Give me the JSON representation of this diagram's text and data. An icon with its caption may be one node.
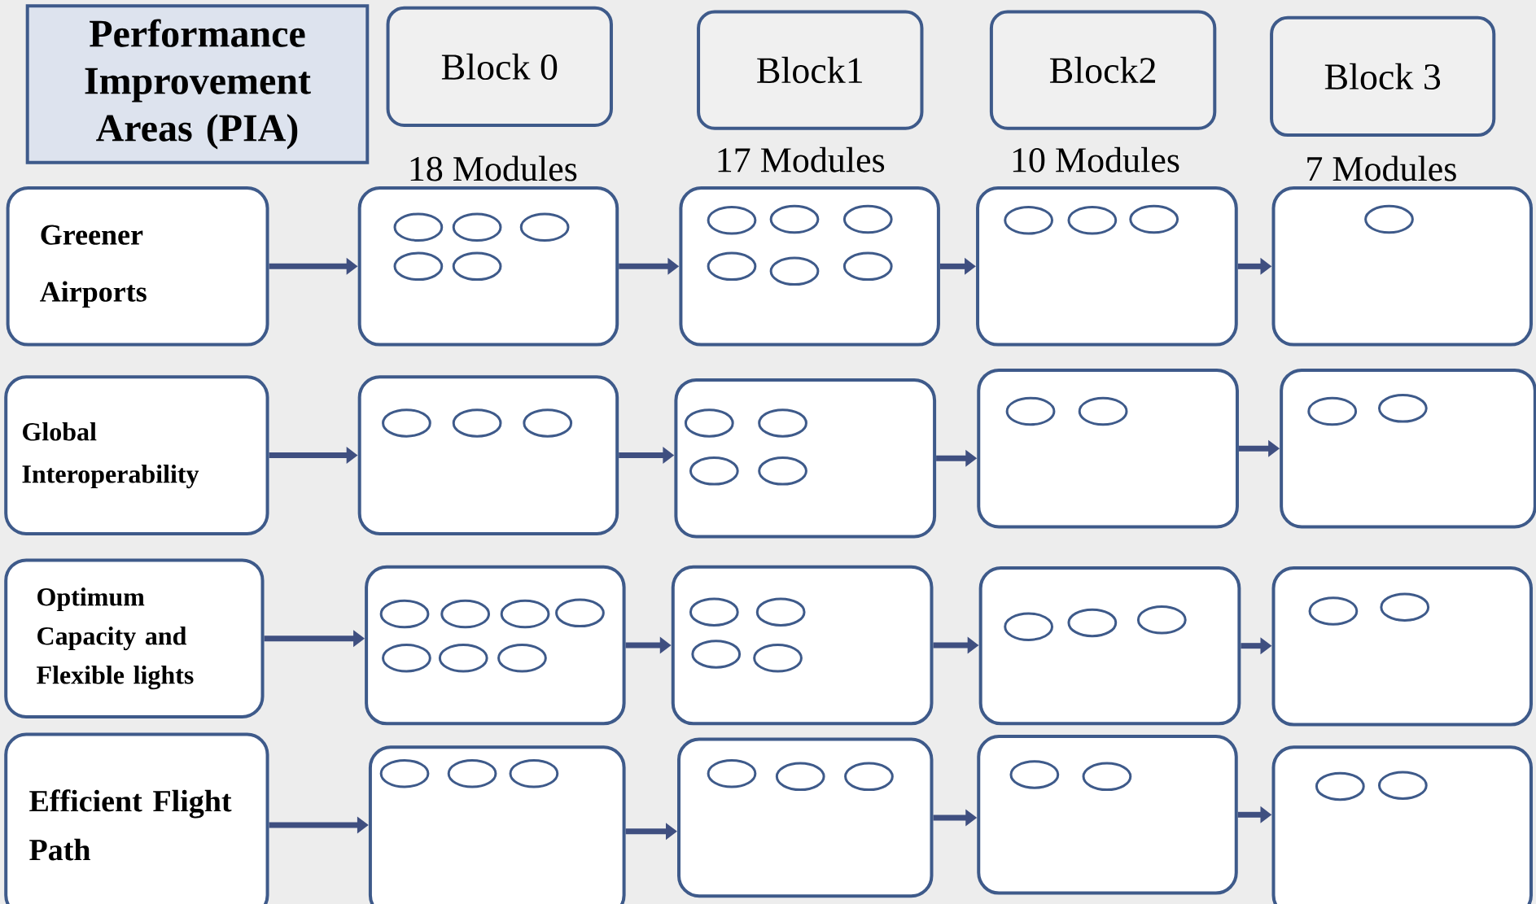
{
  "diagram": {
    "nodes": [
      {
        "text": [
          "Performance Improvement Areas (PIA)"
        ]
      },
      {
        "text": [
          "Block 0"
        ],
        "beside": [
          "18 Modules"
        ]
      },
      {
        "text": [
          "Block1"
        ],
        "beside": [
          "17 Modules"
        ]
      },
      {
        "text": [
          "Block2"
        ],
        "beside": [
          "10 Modules"
        ]
      },
      {
        "text": [
          "Block 3"
        ],
        "beside": [
          "7 Modules"
        ]
      },
      {
        "text": [
          "Greener Airports"
        ]
      },
      {
        "text": [],
        "shape": "box"
      },
      {
        "text": [],
        "shape": "ellipse",
        "in": 6
      },
      {
        "text": [],
        "shape": "ellipse",
        "in": 6
      },
      {
        "text": [],
        "shape": "ellipse",
        "in": 6
      },
      {
        "text": [],
        "shape": "ellipse",
        "in": 6
      },
      {
        "text": [],
        "shape": "ellipse",
        "in": 6
      },
      {
        "text": [],
        "shape": "box"
      },
      {
        "text": [],
        "shape": "ellipse",
        "in": 12
      },
      {
        "text": [],
        "shape": "ellipse",
        "in": 12
      },
      {
        "text": [],
        "shape": "ellipse",
        "in": 12
      },
      {
        "text": [],
        "shape": "ellipse",
        "in": 12
      },
      {
        "text": [],
        "shape": "ellipse",
        "in": 12
      },
      {
        "text": [],
        "shape": "ellipse",
        "in": 12
      },
      {
        "text": [],
        "shape": "box"
      },
      {
        "text": [],
        "shape": "ellipse",
        "in": 19
      },
      {
        "text": [],
        "shape": "ellipse",
        "in": 19
      },
      {
        "text": [],
        "shape": "ellipse",
        "in": 19
      },
      {
        "text": [],
        "shape": "box"
      },
      {
        "text": [],
        "shape": "ellipse",
        "in": 23
      },
      {
        "text": [
          "Global Interoperability"
        ]
      },
      {
        "text": [],
        "shape": "box"
      },
      {
        "text": [],
        "shape": "ellipse",
        "in": 26
      },
      {
        "text": [],
        "shape": "ellipse",
        "in": 26
      },
      {
        "text": [],
        "shape": "ellipse",
        "in": 26
      },
      {
        "text": [],
        "shape": "box"
      },
      {
        "text": [],
        "shape": "ellipse",
        "in": 30
      },
      {
        "text": [],
        "shape": "ellipse",
        "in": 30
      },
      {
        "text": [],
        "shape": "ellipse",
        "in": 30
      },
      {
        "text": [],
        "shape": "ellipse",
        "in": 30
      },
      {
        "text": [],
        "shape": "box"
      },
      {
        "text": [],
        "shape": "ellipse",
        "in": 35
      },
      {
        "text": [],
        "shape": "ellipse",
        "in": 35
      },
      {
        "text": [],
        "shape": "box"
      },
      {
        "text": [],
        "shape": "ellipse",
        "in": 38
      },
      {
        "text": [],
        "shape": "ellipse",
        "in": 38
      },
      {
        "text": [
          "Optimum Capacity and Flexible lights"
        ]
      },
      {
        "text": [],
        "shape": "box"
      },
      {
        "text": [],
        "shape": "ellipse",
        "in": 42
      },
      {
        "text": [],
        "shape": "ellipse",
        "in": 42
      },
      {
        "text": [],
        "shape": "ellipse",
        "in": 42
      },
      {
        "text": [],
        "shape": "ellipse",
        "in": 42
      },
      {
        "text": [],
        "shape": "ellipse",
        "in": 42
      },
      {
        "text": [],
        "shape": "ellipse",
        "in": 42
      },
      {
        "text": [],
        "shape": "ellipse",
        "in": 42
      },
      {
        "text": [],
        "shape": "box"
      },
      {
        "text": [],
        "shape": "ellipse",
        "in": 50
      },
      {
        "text": [],
        "shape": "ellipse",
        "in": 50
      },
      {
        "text": [],
        "shape": "ellipse",
        "in": 50
      },
      {
        "text": [],
        "shape": "ellipse",
        "in": 50
      },
      {
        "text": [],
        "shape": "box"
      },
      {
        "text": [],
        "shape": "ellipse",
        "in": 55
      },
      {
        "text": [],
        "shape": "ellipse",
        "in": 55
      },
      {
        "text": [],
        "shape": "ellipse",
        "in": 55
      },
      {
        "text": [],
        "shape": "box"
      },
      {
        "text": [],
        "shape": "ellipse",
        "in": 59
      },
      {
        "text": [],
        "shape": "ellipse",
        "in": 59
      },
      {
        "text": [
          "Efficient Flight Path"
        ]
      },
      {
        "text": [],
        "shape": "box"
      },
      {
        "text": [],
        "shape": "ellipse",
        "in": 63
      },
      {
        "text": [],
        "shape": "ellipse",
        "in": 63
      },
      {
        "text": [],
        "shape": "ellipse",
        "in": 63
      },
      {
        "text": [],
        "shape": "box"
      },
      {
        "text": [],
        "shape": "ellipse",
        "in": 67
      },
      {
        "text": [],
        "shape": "ellipse",
        "in": 67
      },
      {
        "text": [],
        "shape": "ellipse",
        "in": 67
      },
      {
        "text": [],
        "shape": "box"
      },
      {
        "text": [],
        "shape": "ellipse",
        "in": 71
      },
      {
        "text": [],
        "shape": "ellipse",
        "in": 71
      },
      {
        "text": [],
        "shape": "box"
      },
      {
        "text": [],
        "shape": "ellipse",
        "in": 74
      },
      {
        "text": [],
        "shape": "ellipse",
        "in": 74
      }
    ],
    "edges": [
      {
        "from": 5,
        "to": 6,
        "arrow": "to"
      },
      {
        "from": 6,
        "to": 12,
        "arrow": "to"
      },
      {
        "from": 12,
        "to": 19,
        "arrow": "to"
      },
      {
        "from": 19,
        "to": 23,
        "arrow": "to"
      },
      {
        "from": 25,
        "to": 26,
        "arrow": "to"
      },
      {
        "from": 26,
        "to": 30,
        "arrow": "to"
      },
      {
        "from": 30,
        "to": 35,
        "arrow": "to"
      },
      {
        "from": 35,
        "to": 38,
        "arrow": "to"
      },
      {
        "from": 41,
        "to": 42,
        "arrow": "to"
      },
      {
        "from": 42,
        "to": 50,
        "arrow": "to"
      },
      {
        "from": 50,
        "to": 55,
        "arrow": "to"
      },
      {
        "from": 55,
        "to": 59,
        "arrow": "to"
      },
      {
        "from": 62,
        "to": 63,
        "arrow": "to"
      },
      {
        "from": 63,
        "to": 67,
        "arrow": "to"
      },
      {
        "from": 67,
        "to": 71,
        "arrow": "to"
      },
      {
        "from": 71,
        "to": 74,
        "arrow": "to"
      }
    ]
  }
}
